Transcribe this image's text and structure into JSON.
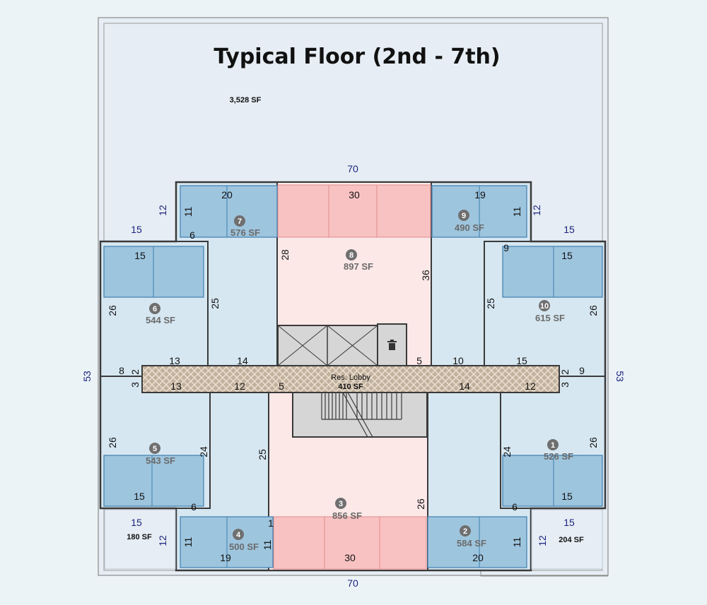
{
  "title": "Typical Floor (2nd - 7th)",
  "outer_area_sf": "3,528 SF",
  "terrace_left_sf": "180 SF",
  "terrace_right_sf": "204 SF",
  "lobby": {
    "label": "Res. Lobby",
    "sf": "410 SF"
  },
  "units": [
    {
      "num": "1",
      "sf": "526 SF"
    },
    {
      "num": "2",
      "sf": "584 SF"
    },
    {
      "num": "3",
      "sf": "856 SF"
    },
    {
      "num": "4",
      "sf": "500 SF"
    },
    {
      "num": "5",
      "sf": "543 SF"
    },
    {
      "num": "6",
      "sf": "544 SF"
    },
    {
      "num": "7",
      "sf": "576 SF"
    },
    {
      "num": "8",
      "sf": "897 SF"
    },
    {
      "num": "9",
      "sf": "490 SF"
    },
    {
      "num": "10",
      "sf": "615 SF"
    }
  ],
  "outer_dims": {
    "top": "70",
    "bottom": "70",
    "left": "53",
    "right": "53",
    "top_left_12": "12",
    "top_right_12": "12",
    "bot_left_12": "12",
    "bot_right_12": "12",
    "top_left_15": "15",
    "top_right_15": "15",
    "bot_left_15": "15",
    "bot_right_15": "15"
  },
  "dims": {
    "u7_w": "20",
    "u7_h": "11",
    "u8_w": "30",
    "u9_w": "19",
    "u9_h": "11",
    "u6_w": "15",
    "u10_w": "15",
    "u6_h": "26",
    "u10_h": "26",
    "u6_25": "25",
    "u10_25": "25",
    "u8_28": "28",
    "u8_36": "36",
    "n6_top": "6",
    "n9_top": "9",
    "c13a": "13",
    "c14a": "14",
    "c5a": "5",
    "c10": "10",
    "c15": "15",
    "c8": "8",
    "c9": "9",
    "c2l": "2",
    "c3l": "3",
    "c2r": "2",
    "c3r": "3",
    "c13b": "13",
    "c12a": "12",
    "c5b": "5",
    "c14b": "14",
    "c12b": "12",
    "u5_h": "26",
    "u1_h": "26",
    "u5_24": "24",
    "u1_24": "24",
    "u3_25": "25",
    "u3_26": "26",
    "u5_w": "15",
    "u1_w": "15",
    "n6_bl": "6",
    "n6_br": "6",
    "n1": "1",
    "u4_h": "11",
    "u4_h2": "11",
    "u4_w": "19",
    "u3_w": "30",
    "u2_w": "20",
    "u2_h": "11"
  }
}
